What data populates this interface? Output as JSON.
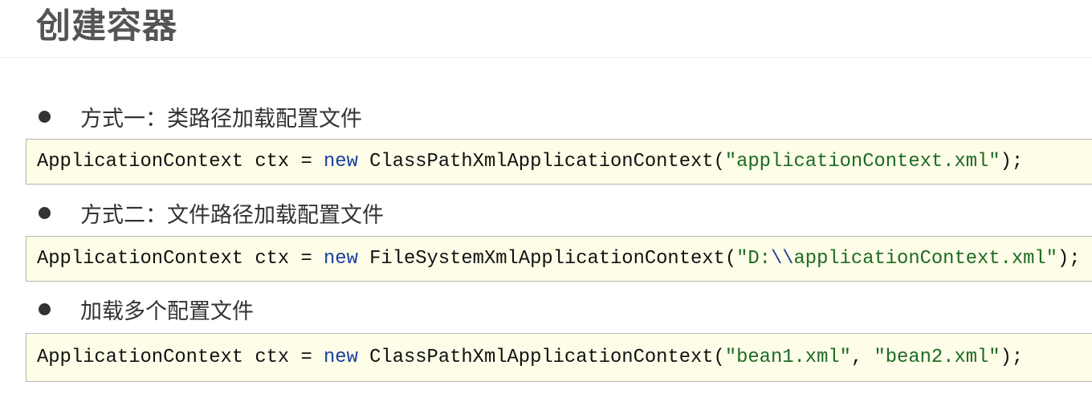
{
  "title": "创建容器",
  "sections": [
    {
      "bullet": "方式一：类路径加载配置文件",
      "code": {
        "pre": "ApplicationContext ctx = ",
        "keyword": "new",
        "mid": " ClassPathXmlApplicationContext(",
        "str1": "\"applicationContext.xml\"",
        "end": ");"
      }
    },
    {
      "bullet": "方式二：文件路径加载配置文件",
      "code": {
        "pre": "ApplicationContext ctx = ",
        "keyword": "new",
        "mid": " FileSystemXmlApplicationContext(",
        "str_open": "\"D:",
        "escape": "\\\\",
        "str_close": "applicationContext.xml\"",
        "end": ");"
      }
    },
    {
      "bullet": "加载多个配置文件",
      "code": {
        "pre": "ApplicationContext ctx = ",
        "keyword": "new",
        "mid": " ClassPathXmlApplicationContext(",
        "str1": "\"bean1.xml\"",
        "sep": ", ",
        "str2": "\"bean2.xml\"",
        "end": ");"
      }
    }
  ]
}
